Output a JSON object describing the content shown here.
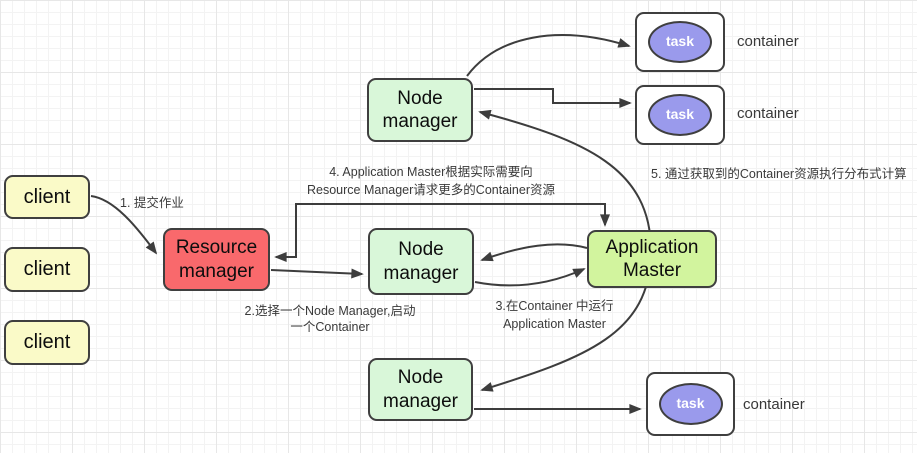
{
  "diagram": {
    "clients": [
      {
        "label": "client"
      },
      {
        "label": "client"
      },
      {
        "label": "client"
      }
    ],
    "resource_manager": {
      "label": "Resource manager"
    },
    "node_managers": [
      {
        "position": "top",
        "label": "Node manager"
      },
      {
        "position": "middle",
        "label": "Node manager"
      },
      {
        "position": "bottom",
        "label": "Node manager"
      }
    ],
    "application_master": {
      "label": "Application Master"
    },
    "containers": [
      {
        "task_label": "task",
        "container_label": "container"
      },
      {
        "task_label": "task",
        "container_label": "container"
      },
      {
        "task_label": "task",
        "container_label": "container"
      }
    ],
    "annotations": {
      "step1": "1. 提交作业",
      "step2": "2.选择一个Node Manager,启动\n一个Container",
      "step3": "3.在Container 中运行\nApplication Master",
      "step4": "4. Application Master根据实际需要向\nResource Manager请求更多的Container资源",
      "step5": "5. 通过获取到的Container资源执行分布式计算"
    },
    "colors": {
      "client_fill": "#fafac8",
      "resource_manager_fill": "#f9696c",
      "node_manager_fill": "#d9f7d9",
      "application_master_fill": "#d2f49e",
      "task_fill": "#9a9aec",
      "arrow": "#3d3d3d",
      "grid_minor": "#f3f3f3",
      "grid_major": "#e7e7e7"
    }
  }
}
